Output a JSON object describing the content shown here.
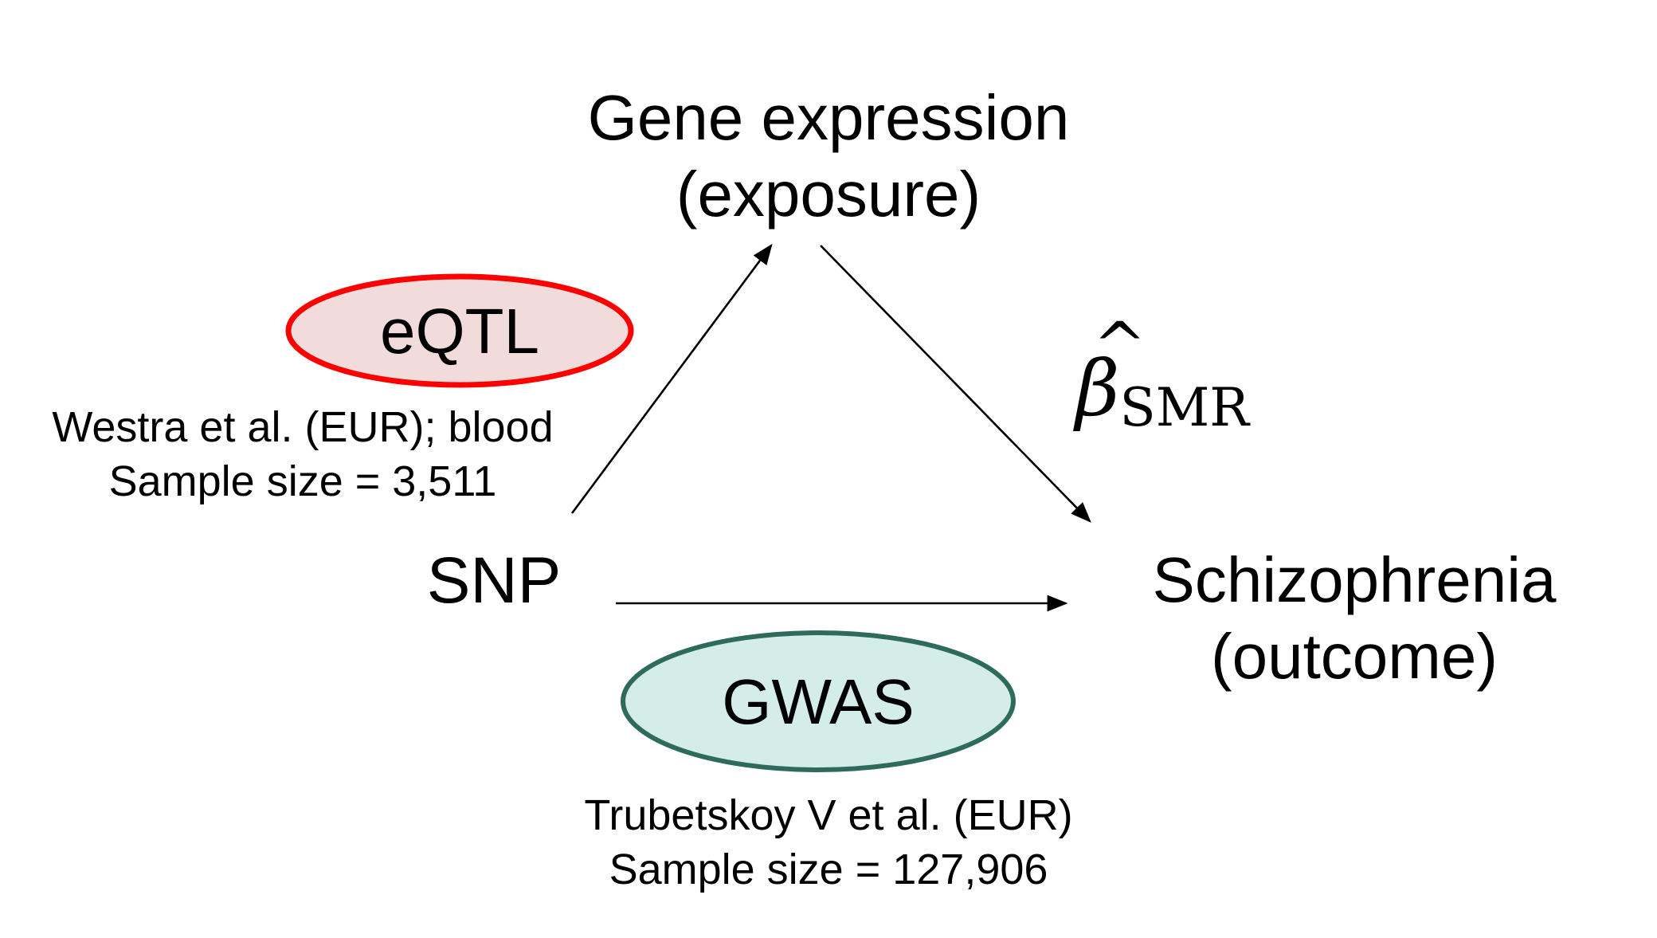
{
  "nodes": {
    "exposure": {
      "line1": "Gene expression",
      "line2": "(exposure)"
    },
    "snp": {
      "label": "SNP"
    },
    "outcome": {
      "line1": "Schizophrenia",
      "line2": "(outcome)"
    }
  },
  "eqtl": {
    "label": "eQTL",
    "source_line1": "Westra et al. (EUR); blood",
    "source_line2": "Sample size = 3,511",
    "fill_color": "#f2dcdb",
    "stroke_color": "#ff0000"
  },
  "gwas": {
    "label": "GWAS",
    "source_line1": "Trubetskoy V et al. (EUR)",
    "source_line2": "Sample size = 127,906",
    "fill_color": "#d4ede9",
    "stroke_color": "#2e6b5a"
  },
  "estimate": {
    "symbol": "β",
    "hat": "^",
    "subscript": "SMR"
  },
  "edges": [
    {
      "from": "SNP",
      "to": "Gene expression"
    },
    {
      "from": "Gene expression",
      "to": "Schizophrenia"
    },
    {
      "from": "SNP",
      "to": "Schizophrenia"
    }
  ]
}
